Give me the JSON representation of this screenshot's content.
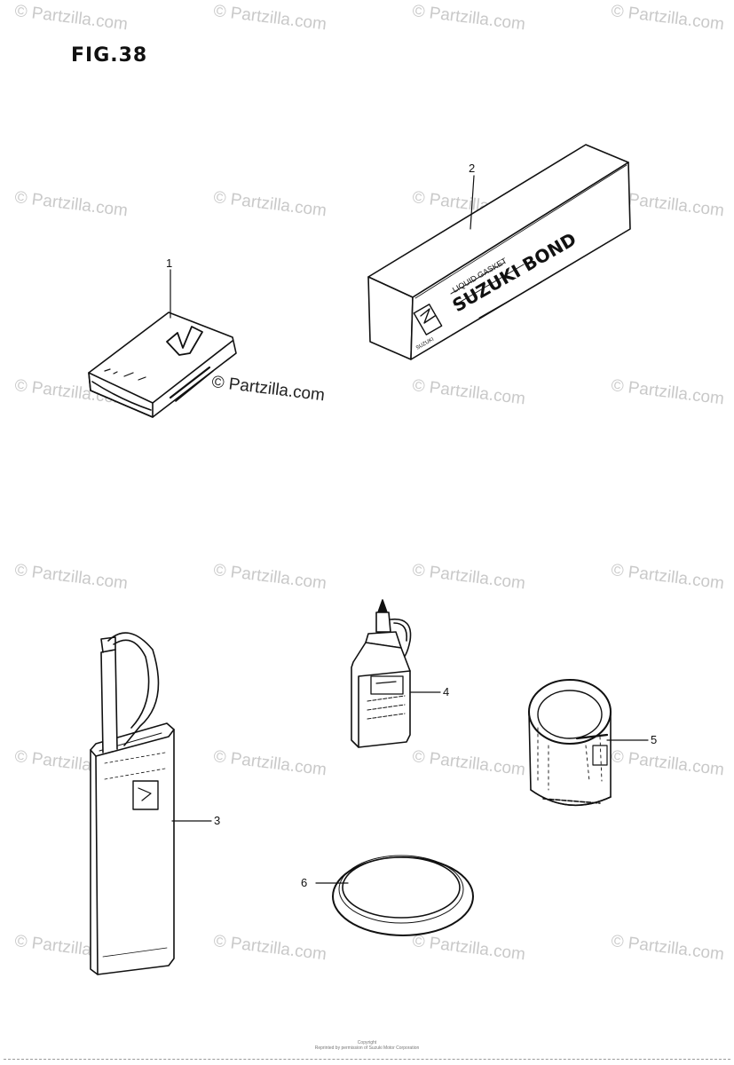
{
  "figure": {
    "title": "FIG.38"
  },
  "watermark": {
    "text": "© Partzilla.com",
    "center_text": "© Partzilla.com"
  },
  "parts": [
    {
      "number": "1",
      "name": "pouch"
    },
    {
      "number": "2",
      "name": "box",
      "box_label_top": "LIQUID GASKET",
      "box_label_main": "SUZUKI BOND",
      "box_maker": "SUZUKI"
    },
    {
      "number": "3",
      "name": "can"
    },
    {
      "number": "4",
      "name": "bottle"
    },
    {
      "number": "5",
      "name": "tin"
    },
    {
      "number": "6",
      "name": "disc"
    }
  ],
  "footer": {
    "line1": "Copyright",
    "line2": "Reprinted by permission of Suzuki Motor Corporation"
  }
}
